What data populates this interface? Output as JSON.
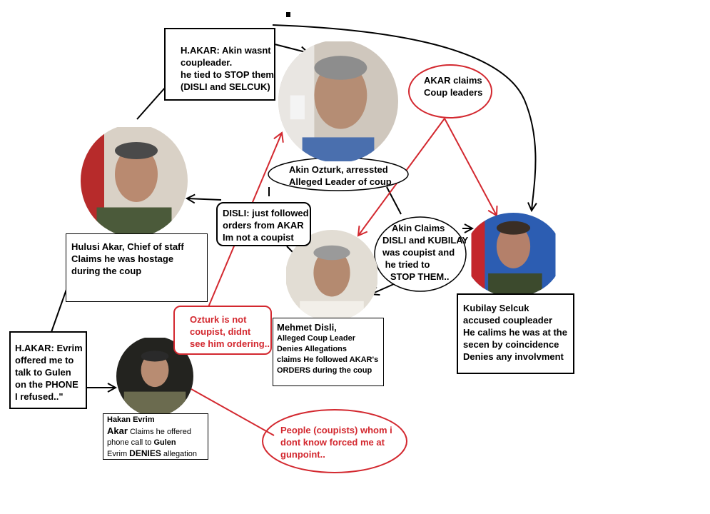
{
  "colors": {
    "red": "#d3282f",
    "black": "#000000"
  },
  "boxes": {
    "hakar_akin": [
      "H.AKAR: Akin wasnt",
      "coupleader.",
      "he tied to STOP them",
      "(DISLI and SELCUK)"
    ],
    "akin_ozturk": [
      "Akin Ozturk, arressted",
      "Alleged Leader of coup"
    ],
    "akar_claims": [
      "AKAR claims",
      "Coup leaders"
    ],
    "disli_followed": [
      "DISLI: just followed",
      "orders from AKAR",
      "Im not a coupist"
    ],
    "akin_claims": [
      "Akin Claims",
      "DISLI and KUBILAY",
      "was coupist and",
      " he tried to",
      "   STOP THEM.."
    ],
    "hulusi": [
      "Hulusi Akar, Chief of staff",
      "Claims he was hostage",
      "during the coup"
    ],
    "kubilay": [
      "Kubilay Selcuk",
      "accused coupleader",
      "He calims he was at the",
      "secen by coincidence",
      "Denies any involvment"
    ],
    "ozturk_not": [
      "Ozturk is not",
      "coupist, didnt",
      "see him ordering.."
    ],
    "mehmet": [
      "Mehmet Disli,",
      "Alleged Coup Leader",
      "Denies Allegations",
      "claims He followed AKAR's",
      "ORDERS during the coup"
    ],
    "hakar_evrim": [
      "H.AKAR: Evrim",
      "offered me to",
      "talk to Gulen",
      "on the PHONE",
      "I refused..\""
    ],
    "people": [
      "People (coupists) whom i",
      "dont know forced me at",
      "gunpoint.."
    ],
    "hakan_name": "Hakan Evrim",
    "hakan": {
      "l1a": "Akar",
      "l1b": " Claims he offered",
      "l2": "phone call to ",
      "l2b": "Gulen",
      "l3": "Evrim ",
      "l3b": "DENIES",
      "l3c": " allegation"
    }
  },
  "photos": {
    "akin": "face-icon",
    "hulusi": "face-icon",
    "mehmet": "face-icon",
    "kubilay": "face-icon",
    "hakan": "face-icon"
  }
}
